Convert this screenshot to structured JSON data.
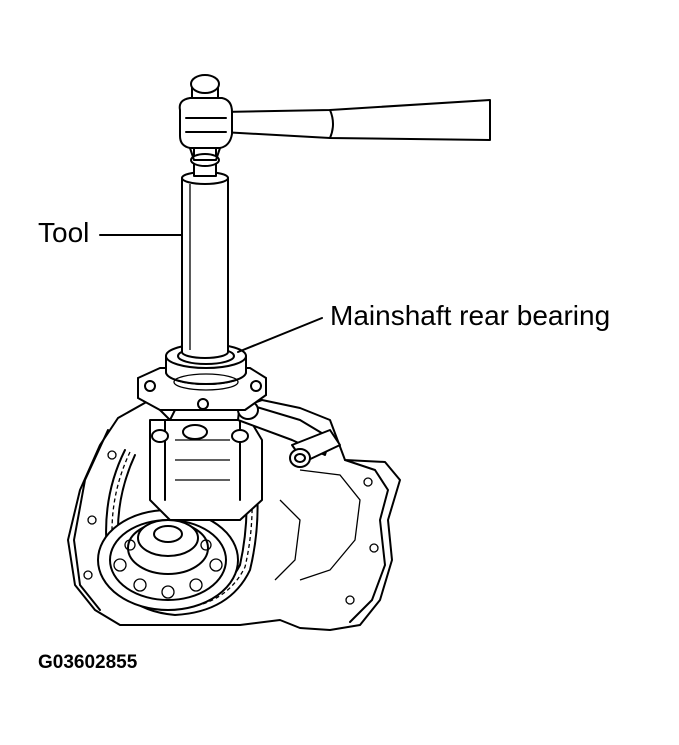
{
  "labels": {
    "tool": "Tool",
    "bearing": "Mainshaft rear bearing"
  },
  "figure_id": "G03602855",
  "colors": {
    "ink": "#000000",
    "paper": "#ffffff"
  }
}
